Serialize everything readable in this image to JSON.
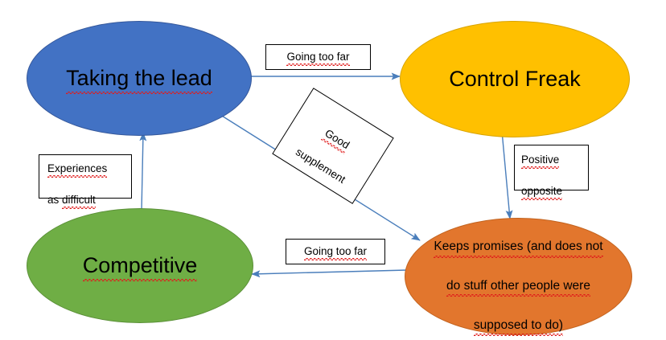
{
  "diagram": {
    "title": "Taking the lead behaviour cycle",
    "background_color": "#FFFFFF",
    "connector_color": "#4A7EBB",
    "spellcheck_underline_color": "#E01B1B",
    "nodes": [
      {
        "id": "taking-the-lead",
        "label": "Taking the lead",
        "shape": "ellipse",
        "fill": "#4272C4",
        "text_color": "#000000",
        "spellcheck_underlined": true
      },
      {
        "id": "control-freak",
        "label": "Control Freak",
        "shape": "ellipse",
        "fill": "#FFC000",
        "text_color": "#000000",
        "spellcheck_underlined": false
      },
      {
        "id": "competitive",
        "label": "Competitive",
        "shape": "ellipse",
        "fill": "#6FAE45",
        "text_color": "#000000",
        "spellcheck_underlined": true
      },
      {
        "id": "keeps-promises",
        "label": "Keeps promises (and does not\ndo stuff other people were\nsupposed to do)",
        "line1": "Keeps promises (and does not",
        "line2": "do stuff other people were",
        "line3": "supposed to do)",
        "shape": "ellipse",
        "fill": "#E2762D",
        "text_color": "#000000",
        "spellcheck_underlined": true
      }
    ],
    "edge_labels": [
      {
        "id": "going-too-far-top",
        "text": "Going too far",
        "from": "taking-the-lead",
        "to": "control-freak",
        "rotation_deg": 0
      },
      {
        "id": "good-supplement",
        "text": "Good\nsupplement",
        "line1": "Good",
        "line2": "supplement",
        "from": "taking-the-lead",
        "to": "keeps-promises",
        "rotation_deg": 32
      },
      {
        "id": "experiences-as-difficult",
        "text": "Experiences\nas difficult",
        "line1": "Experiences",
        "line2": "as difficult",
        "from": "competitive",
        "to": "taking-the-lead",
        "rotation_deg": 0
      },
      {
        "id": "positive-opposite",
        "text": "Positive\nopposite",
        "line1": "Positive",
        "line2": "opposite",
        "from": "control-freak",
        "to": "keeps-promises",
        "rotation_deg": 0
      },
      {
        "id": "going-too-far-bottom",
        "text": "Going too far",
        "from": "keeps-promises",
        "to": "competitive",
        "rotation_deg": 0
      }
    ],
    "connectors": [
      {
        "id": "taking-the-lead-to-control-freak",
        "from": "taking-the-lead",
        "to": "control-freak",
        "direction": "right"
      },
      {
        "id": "taking-the-lead-to-keeps-promises",
        "from": "taking-the-lead",
        "to": "keeps-promises",
        "direction": "down-right"
      },
      {
        "id": "competitive-to-taking-the-lead",
        "from": "competitive",
        "to": "taking-the-lead",
        "direction": "up"
      },
      {
        "id": "control-freak-to-keeps-promises",
        "from": "control-freak",
        "to": "keeps-promises",
        "direction": "down"
      },
      {
        "id": "keeps-promises-to-competitive",
        "from": "keeps-promises",
        "to": "competitive",
        "direction": "left"
      }
    ]
  }
}
